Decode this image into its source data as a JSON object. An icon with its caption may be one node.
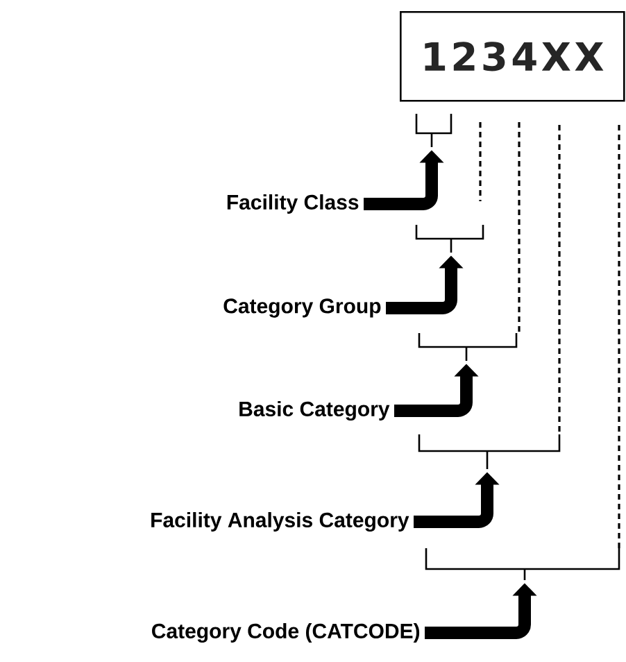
{
  "diagram": {
    "nodes": [
      {
        "text": [
          "1234XX"
        ]
      },
      {
        "text": [],
        "shape": "bracket"
      },
      {
        "text": [
          "Facility Class"
        ]
      },
      {
        "text": [],
        "shape": "bracket"
      },
      {
        "text": [
          "Category Group"
        ]
      },
      {
        "text": [],
        "shape": "bracket"
      },
      {
        "text": [
          "Basic Category"
        ]
      },
      {
        "text": [],
        "shape": "bracket"
      },
      {
        "text": [
          "Facility Analysis Category"
        ]
      },
      {
        "text": [],
        "shape": "bracket"
      },
      {
        "text": [
          "Category Code (CATCODE)"
        ]
      }
    ],
    "edges": [
      {
        "from": 2,
        "to": 1,
        "arrow": "to"
      },
      {
        "from": 4,
        "to": 3,
        "arrow": "to"
      },
      {
        "from": 6,
        "to": 5,
        "arrow": "to"
      },
      {
        "from": 8,
        "to": 7,
        "arrow": "to"
      },
      {
        "from": 10,
        "to": 9,
        "arrow": "to"
      }
    ]
  }
}
